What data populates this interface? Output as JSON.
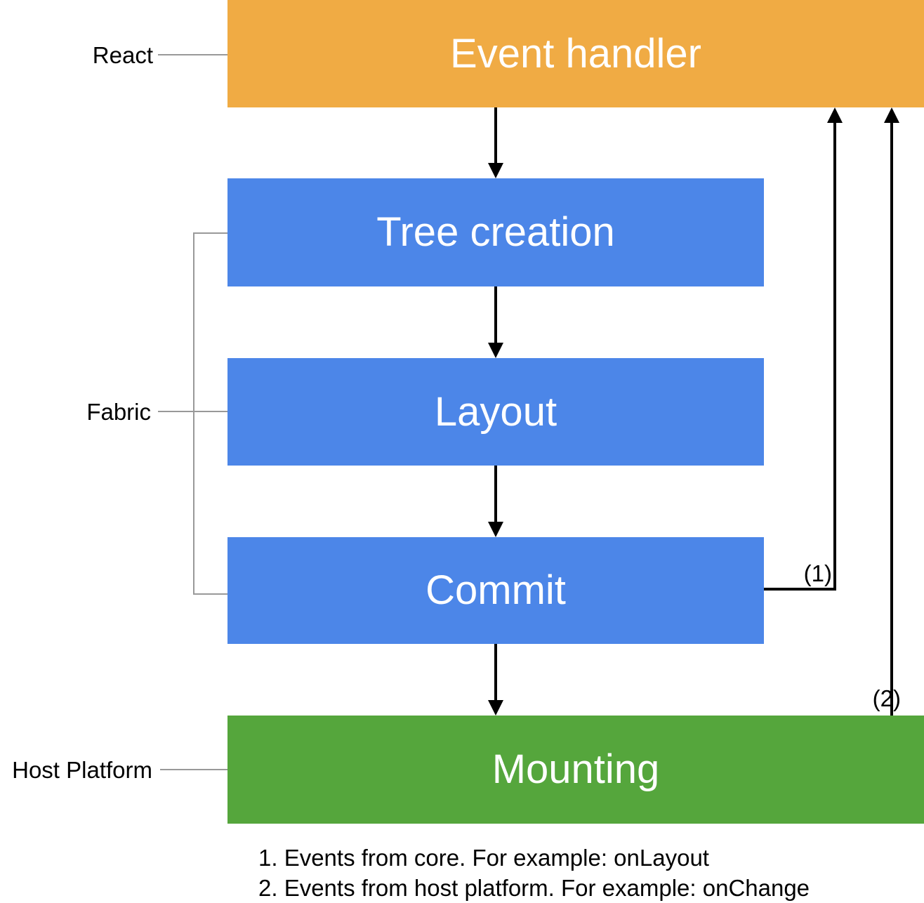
{
  "diagram": {
    "boxes": {
      "event_handler": {
        "label": "Event handler",
        "color": "#F0AB44"
      },
      "tree_creation": {
        "label": "Tree creation",
        "color": "#4C86E8"
      },
      "layout": {
        "label": "Layout",
        "color": "#4C86E8"
      },
      "commit": {
        "label": "Commit",
        "color": "#4C86E8"
      },
      "mounting": {
        "label": "Mounting",
        "color": "#55A63C"
      }
    },
    "side_labels": {
      "react": "React",
      "fabric": "Fabric",
      "host_platform": "Host Platform"
    },
    "arrow_labels": {
      "one": "(1)",
      "two": "(2)"
    },
    "notes": {
      "line1": "1. Events from core. For example: onLayout",
      "line2": "2. Events from host platform. For example: onChange"
    },
    "colors": {
      "react_stage": "#F0AB44",
      "fabric_stage": "#4C86E8",
      "host_stage": "#55A63C",
      "arrow": "#000000",
      "connector_line": "#999999",
      "box_text": "#ffffff",
      "label_text": "#000000"
    }
  }
}
